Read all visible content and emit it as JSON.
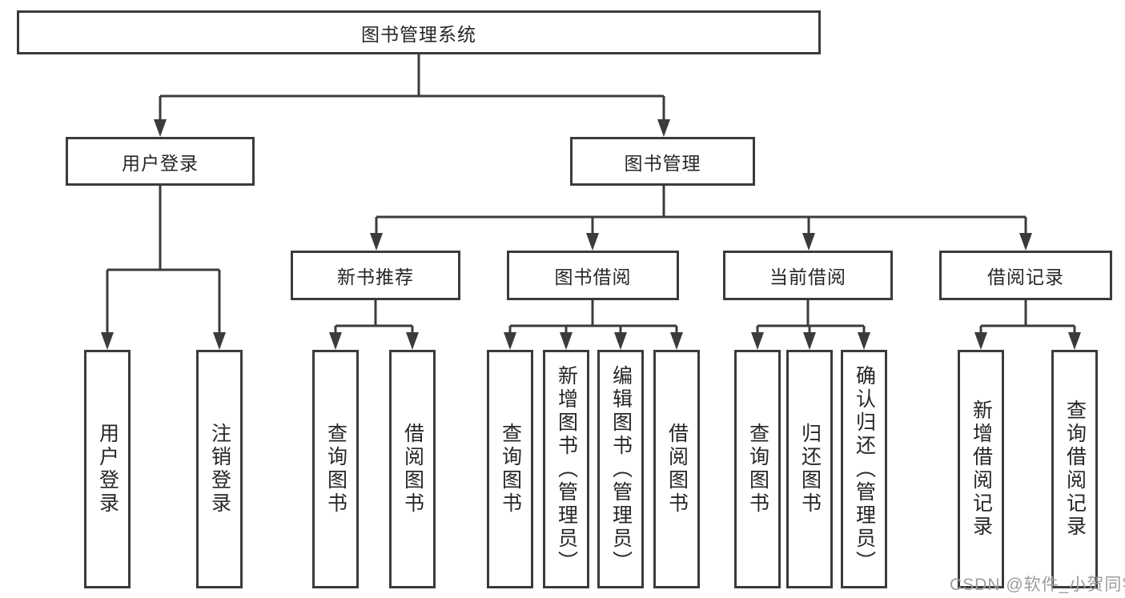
{
  "diagram": {
    "title": "图书管理系统",
    "level2": [
      {
        "label": "用户登录"
      },
      {
        "label": "图书管理"
      }
    ],
    "level3": [
      {
        "label": "新书推荐"
      },
      {
        "label": "图书借阅"
      },
      {
        "label": "当前借阅"
      },
      {
        "label": "借阅记录"
      }
    ],
    "leafGroups": [
      {
        "parent": "用户登录",
        "children": [
          "用户登录",
          "注销登录"
        ]
      },
      {
        "parent": "新书推荐",
        "children": [
          "查询图书",
          "借阅图书"
        ]
      },
      {
        "parent": "图书借阅",
        "children": [
          "查询图书",
          "新增图书（管理员）",
          "编辑图书（管理员）",
          "借阅图书"
        ]
      },
      {
        "parent": "当前借阅",
        "children": [
          "查询图书",
          "归还图书",
          "确认归还（管理员）"
        ]
      },
      {
        "parent": "借阅记录",
        "children": [
          "新增借阅记录",
          "查询借阅记录"
        ]
      }
    ],
    "watermark": "CSDN @软件_小贺同学",
    "colors": {
      "line": "#3b3b3b",
      "text": "#262626",
      "watermark": "#9c9c9c",
      "background": "#ffffff"
    }
  }
}
